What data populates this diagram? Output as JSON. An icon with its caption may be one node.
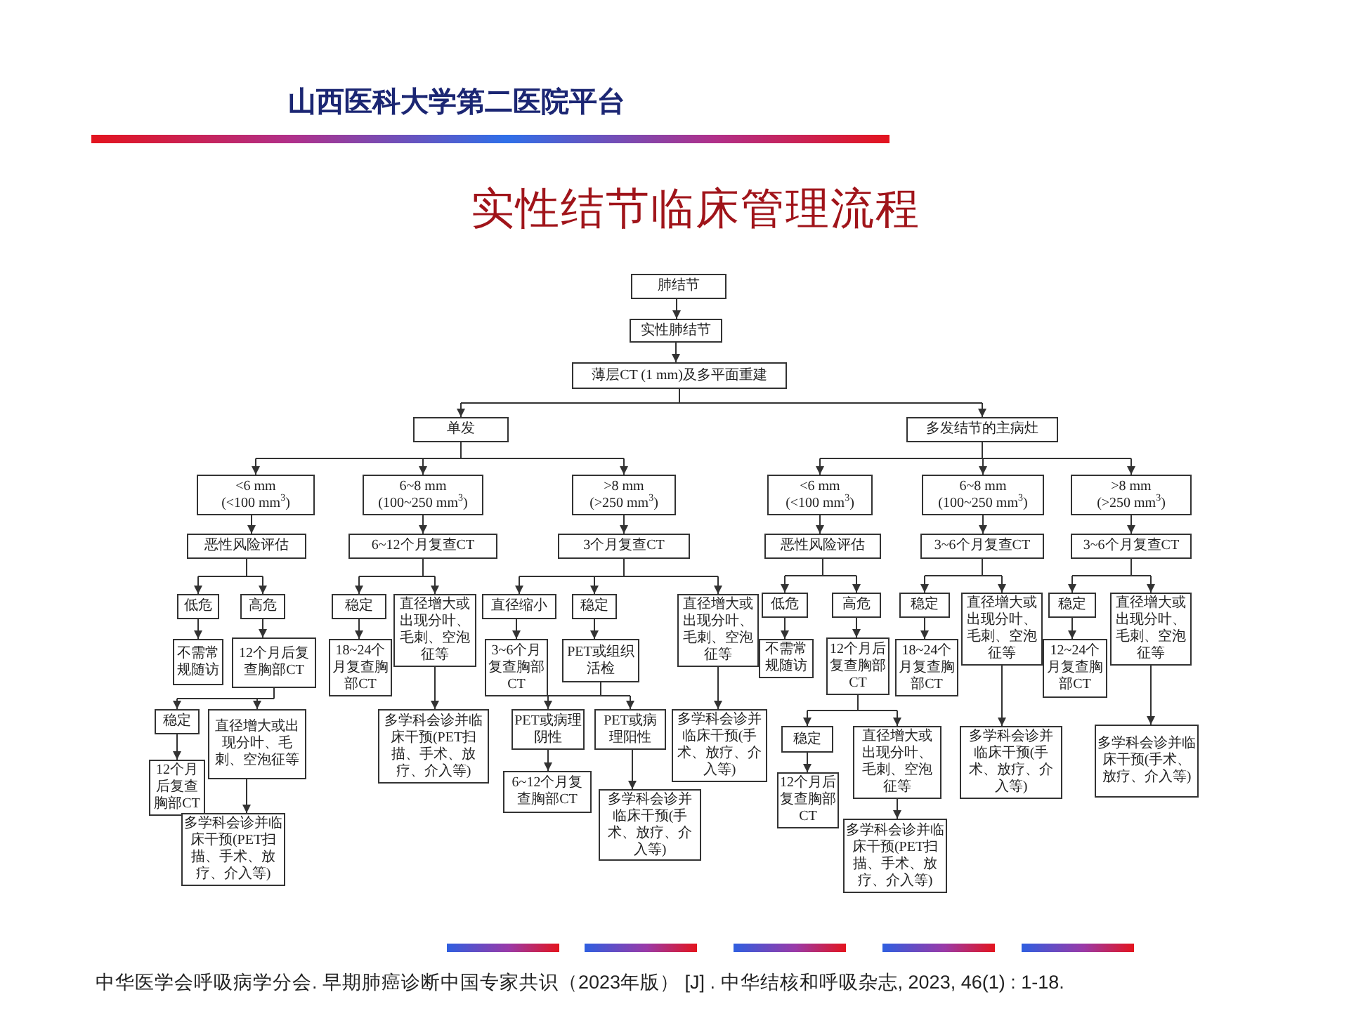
{
  "diagram": {
    "title": "实性结节临床管理流程",
    "caption": "中华医学会呼吸病学分会. 早期肺癌诊断中国专家共识（2023年版） [J] . 中华结核和呼吸杂志, 2023, 46(1) : 1-18.",
    "nodes": [
      {
        "text": [
          "肺结节"
        ]
      },
      {
        "text": [
          "实性肺结节"
        ]
      },
      {
        "text": [
          "薄层CT (1 mm)及多平面重建"
        ]
      },
      {
        "text": [
          "单发"
        ]
      },
      {
        "text": [
          "多发结节的主病灶"
        ]
      },
      {
        "text": [
          "<6 mm",
          "(<100 mm$^{3}$)"
        ]
      },
      {
        "text": [
          "6~8 mm",
          "(100~250 mm$^{3}$)"
        ]
      },
      {
        "text": [
          ">8 mm",
          "(>250 mm$^{3}$)"
        ]
      },
      {
        "text": [
          "<6 mm",
          "(<100 mm$^{3}$)"
        ]
      },
      {
        "text": [
          "6~8 mm",
          "(100~250 mm$^{3}$)"
        ]
      },
      {
        "text": [
          ">8 mm",
          "(>250 mm$^{3}$)"
        ]
      },
      {
        "text": [
          "恶性风险评估"
        ]
      },
      {
        "text": [
          "6~12个月复查CT"
        ]
      },
      {
        "text": [
          "3个月复查CT"
        ]
      },
      {
        "text": [
          "恶性风险评估"
        ]
      },
      {
        "text": [
          "3~6个月复查CT"
        ]
      },
      {
        "text": [
          "3~6个月复查CT"
        ]
      },
      {
        "text": [
          "低危"
        ]
      },
      {
        "text": [
          "高危"
        ]
      },
      {
        "text": [
          "稳定"
        ]
      },
      {
        "text": [
          "直径增大或出现分叶、毛刺、空泡征等"
        ]
      },
      {
        "text": [
          "直径缩小"
        ]
      },
      {
        "text": [
          "稳定"
        ]
      },
      {
        "text": [
          "直径增大或出现分叶、毛刺、空泡征等"
        ]
      },
      {
        "text": [
          "低危"
        ]
      },
      {
        "text": [
          "高危"
        ]
      },
      {
        "text": [
          "稳定"
        ]
      },
      {
        "text": [
          "直径增大或出现分叶、毛刺、空泡征等"
        ]
      },
      {
        "text": [
          "稳定"
        ]
      },
      {
        "text": [
          "直径增大或出现分叶、毛刺、空泡征等"
        ]
      },
      {
        "text": [
          "不需常规随访"
        ]
      },
      {
        "text": [
          "12个月后复查胸部CT"
        ]
      },
      {
        "text": [
          "18~24个月复查胸部CT"
        ]
      },
      {
        "text": [
          "3~6个月复查胸部CT"
        ]
      },
      {
        "text": [
          "PET或组织活检"
        ]
      },
      {
        "text": [
          "不需常规随访"
        ]
      },
      {
        "text": [
          "12个月后复查胸部CT"
        ]
      },
      {
        "text": [
          "18~24个月复查胸部CT"
        ]
      },
      {
        "text": [
          "12~24个月复查胸部CT"
        ]
      },
      {
        "text": [
          "稳定"
        ]
      },
      {
        "text": [
          "直径增大或出现分叶、毛刺、空泡征等"
        ]
      },
      {
        "text": [
          "多学科会诊并临床干预(PET扫描、手术、放疗、介入等)"
        ]
      },
      {
        "text": [
          "PET或病理阴性"
        ]
      },
      {
        "text": [
          "PET或病理阳性"
        ]
      },
      {
        "text": [
          "多学科会诊并临床干预(手术、放疗、介入等)"
        ]
      },
      {
        "text": [
          "稳定"
        ]
      },
      {
        "text": [
          "直径增大或出现分叶、毛刺、空泡征等"
        ]
      },
      {
        "text": [
          "多学科会诊并临床干预(手术、放疗、介入等)"
        ]
      },
      {
        "text": [
          "多学科会诊并临床干预(手术、放疗、介入等)"
        ]
      },
      {
        "text": [
          "12个月后复查胸部CT"
        ]
      },
      {
        "text": [
          "6~12个月复查胸部CT"
        ]
      },
      {
        "text": [
          "多学科会诊并临床干预(手术、放疗、介入等)"
        ]
      },
      {
        "text": [
          "12个月后复查胸部CT"
        ]
      },
      {
        "text": [
          "多学科会诊并临床干预(PET扫描、手术、放疗、介入等)"
        ]
      },
      {
        "text": [
          "多学科会诊并临床干预(PET扫描、手术、放疗、介入等)"
        ]
      }
    ],
    "edges": [
      {
        "from": 0,
        "to": 1,
        "arrow": "to"
      },
      {
        "from": 1,
        "to": 2,
        "arrow": "to"
      },
      {
        "from": 2,
        "to": 3,
        "arrow": "to"
      },
      {
        "from": 2,
        "to": 4,
        "arrow": "to"
      },
      {
        "from": 3,
        "to": 5,
        "arrow": "to"
      },
      {
        "from": 3,
        "to": 6,
        "arrow": "to"
      },
      {
        "from": 3,
        "to": 7,
        "arrow": "to"
      },
      {
        "from": 4,
        "to": 8,
        "arrow": "to"
      },
      {
        "from": 4,
        "to": 9,
        "arrow": "to"
      },
      {
        "from": 4,
        "to": 10,
        "arrow": "to"
      },
      {
        "from": 5,
        "to": 11,
        "arrow": "to"
      },
      {
        "from": 6,
        "to": 12,
        "arrow": "to"
      },
      {
        "from": 7,
        "to": 13,
        "arrow": "to"
      },
      {
        "from": 8,
        "to": 14,
        "arrow": "to"
      },
      {
        "from": 9,
        "to": 15,
        "arrow": "to"
      },
      {
        "from": 10,
        "to": 16,
        "arrow": "to"
      },
      {
        "from": 11,
        "to": 17,
        "arrow": "to"
      },
      {
        "from": 11,
        "to": 18,
        "arrow": "to"
      },
      {
        "from": 12,
        "to": 19,
        "arrow": "to"
      },
      {
        "from": 12,
        "to": 20,
        "arrow": "to"
      },
      {
        "from": 13,
        "to": 21,
        "arrow": "to"
      },
      {
        "from": 13,
        "to": 22,
        "arrow": "to"
      },
      {
        "from": 13,
        "to": 23,
        "arrow": "to"
      },
      {
        "from": 14,
        "to": 24,
        "arrow": "to"
      },
      {
        "from": 14,
        "to": 25,
        "arrow": "to"
      },
      {
        "from": 15,
        "to": 26,
        "arrow": "to"
      },
      {
        "from": 15,
        "to": 27,
        "arrow": "to"
      },
      {
        "from": 16,
        "to": 28,
        "arrow": "to"
      },
      {
        "from": 16,
        "to": 29,
        "arrow": "to"
      },
      {
        "from": 17,
        "to": 30,
        "arrow": "to"
      },
      {
        "from": 18,
        "to": 31,
        "arrow": "to"
      },
      {
        "from": 19,
        "to": 32,
        "arrow": "to"
      },
      {
        "from": 20,
        "to": 41,
        "arrow": "to"
      },
      {
        "from": 21,
        "to": 33,
        "arrow": "to"
      },
      {
        "from": 22,
        "to": 34,
        "arrow": "to"
      },
      {
        "from": 23,
        "to": 44,
        "arrow": "to"
      },
      {
        "from": 24,
        "to": 35,
        "arrow": "to"
      },
      {
        "from": 25,
        "to": 36,
        "arrow": "to"
      },
      {
        "from": 26,
        "to": 37,
        "arrow": "to"
      },
      {
        "from": 27,
        "to": 47,
        "arrow": "to"
      },
      {
        "from": 28,
        "to": 38,
        "arrow": "to"
      },
      {
        "from": 29,
        "to": 48,
        "arrow": "to"
      },
      {
        "from": 31,
        "to": 39,
        "arrow": "to"
      },
      {
        "from": 31,
        "to": 40,
        "arrow": "to"
      },
      {
        "from": 34,
        "to": 42,
        "arrow": "to"
      },
      {
        "from": 34,
        "to": 43,
        "arrow": "to"
      },
      {
        "from": 36,
        "to": 45,
        "arrow": "to"
      },
      {
        "from": 36,
        "to": 46,
        "arrow": "to"
      },
      {
        "from": 39,
        "to": 49,
        "arrow": "to"
      },
      {
        "from": 40,
        "to": 53,
        "arrow": "to"
      },
      {
        "from": 42,
        "to": 50,
        "arrow": "to"
      },
      {
        "from": 43,
        "to": 51,
        "arrow": "to"
      },
      {
        "from": 45,
        "to": 52,
        "arrow": "to"
      },
      {
        "from": 46,
        "to": 54,
        "arrow": "to"
      }
    ],
    "labels": [
      "山西医科大学第二医院平台"
    ]
  }
}
